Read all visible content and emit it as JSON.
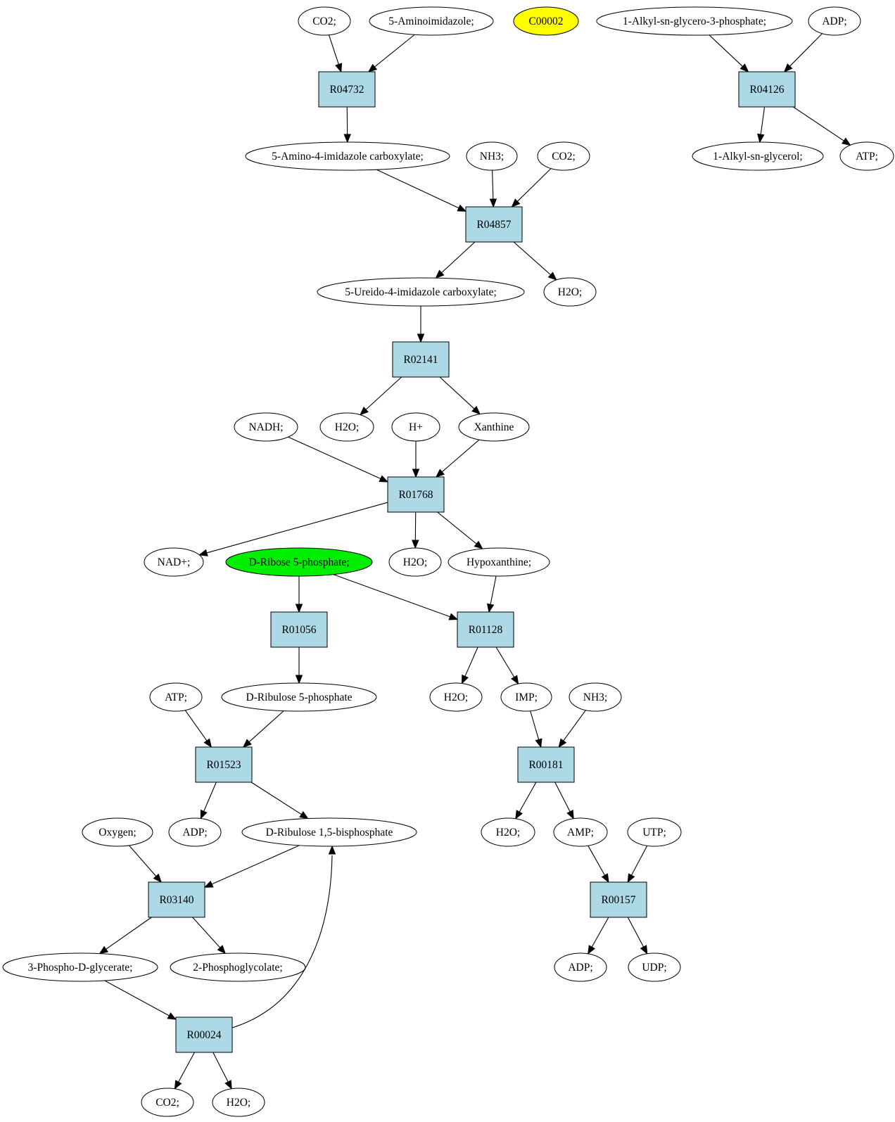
{
  "colors": {
    "reaction_fill": "#add8e6",
    "compound_fill": "#ffffff",
    "query_compound_fill": "#ffff00",
    "highlighted_compound_fill": "#00ee00",
    "stroke": "#000000"
  },
  "nodes": [
    {
      "id": "co2_a",
      "label": "CO2;",
      "kind": "compound"
    },
    {
      "id": "aminoimidazole",
      "label": "5-Aminoimidazole;",
      "kind": "compound"
    },
    {
      "id": "c00002",
      "label": "C00002",
      "kind": "query"
    },
    {
      "id": "alkylglycerophosphate",
      "label": "1-Alkyl-sn-glycero-3-phosphate;",
      "kind": "compound"
    },
    {
      "id": "adp_a",
      "label": "ADP;",
      "kind": "compound"
    },
    {
      "id": "R04732",
      "label": "R04732",
      "kind": "reaction"
    },
    {
      "id": "R04126",
      "label": "R04126",
      "kind": "reaction"
    },
    {
      "id": "aicarbox",
      "label": "5-Amino-4-imidazole carboxylate;",
      "kind": "compound"
    },
    {
      "id": "nh3_a",
      "label": "NH3;",
      "kind": "compound"
    },
    {
      "id": "co2_b",
      "label": "CO2;",
      "kind": "compound"
    },
    {
      "id": "alkylglycerol",
      "label": "1-Alkyl-sn-glycerol;",
      "kind": "compound"
    },
    {
      "id": "atp_a",
      "label": "ATP;",
      "kind": "compound"
    },
    {
      "id": "R04857",
      "label": "R04857",
      "kind": "reaction"
    },
    {
      "id": "ureido",
      "label": "5-Ureido-4-imidazole carboxylate;",
      "kind": "compound"
    },
    {
      "id": "h2o_a",
      "label": "H2O;",
      "kind": "compound"
    },
    {
      "id": "R02141",
      "label": "R02141",
      "kind": "reaction"
    },
    {
      "id": "nadh",
      "label": "NADH;",
      "kind": "compound"
    },
    {
      "id": "h2o_b",
      "label": "H2O;",
      "kind": "compound"
    },
    {
      "id": "hplus",
      "label": "H+",
      "kind": "compound"
    },
    {
      "id": "xanthine",
      "label": "Xanthine",
      "kind": "compound"
    },
    {
      "id": "R01768",
      "label": "R01768",
      "kind": "reaction"
    },
    {
      "id": "nadplus",
      "label": "NAD+;",
      "kind": "compound"
    },
    {
      "id": "ribose5p",
      "label": "D-Ribose 5-phosphate;",
      "kind": "highlight"
    },
    {
      "id": "h2o_c",
      "label": "H2O;",
      "kind": "compound"
    },
    {
      "id": "hypoxanthine",
      "label": "Hypoxanthine;",
      "kind": "compound"
    },
    {
      "id": "R01056",
      "label": "R01056",
      "kind": "reaction"
    },
    {
      "id": "R01128",
      "label": "R01128",
      "kind": "reaction"
    },
    {
      "id": "atp_b",
      "label": "ATP;",
      "kind": "compound"
    },
    {
      "id": "ribulose5p",
      "label": "D-Ribulose 5-phosphate",
      "kind": "compound"
    },
    {
      "id": "h2o_d",
      "label": "H2O;",
      "kind": "compound"
    },
    {
      "id": "imp",
      "label": "IMP;",
      "kind": "compound"
    },
    {
      "id": "nh3_b",
      "label": "NH3;",
      "kind": "compound"
    },
    {
      "id": "R01523",
      "label": "R01523",
      "kind": "reaction"
    },
    {
      "id": "R00181",
      "label": "R00181",
      "kind": "reaction"
    },
    {
      "id": "oxygen",
      "label": "Oxygen;",
      "kind": "compound"
    },
    {
      "id": "adp_b",
      "label": "ADP;",
      "kind": "compound"
    },
    {
      "id": "ribulosebis",
      "label": "D-Ribulose 1,5-bisphosphate",
      "kind": "compound"
    },
    {
      "id": "h2o_e",
      "label": "H2O;",
      "kind": "compound"
    },
    {
      "id": "amp",
      "label": "AMP;",
      "kind": "compound"
    },
    {
      "id": "utp",
      "label": "UTP;",
      "kind": "compound"
    },
    {
      "id": "R03140",
      "label": "R03140",
      "kind": "reaction"
    },
    {
      "id": "R00157",
      "label": "R00157",
      "kind": "reaction"
    },
    {
      "id": "phosphoglycerate",
      "label": "3-Phospho-D-glycerate;",
      "kind": "compound"
    },
    {
      "id": "phosphoglycolate",
      "label": "2-Phosphoglycolate;",
      "kind": "compound"
    },
    {
      "id": "adp_c",
      "label": "ADP;",
      "kind": "compound"
    },
    {
      "id": "udp",
      "label": "UDP;",
      "kind": "compound"
    },
    {
      "id": "R00024",
      "label": "R00024",
      "kind": "reaction"
    },
    {
      "id": "co2_c",
      "label": "CO2;",
      "kind": "compound"
    },
    {
      "id": "h2o_f",
      "label": "H2O;",
      "kind": "compound"
    }
  ],
  "edges": [
    {
      "from": "co2_a",
      "to": "R04732"
    },
    {
      "from": "aminoimidazole",
      "to": "R04732"
    },
    {
      "from": "R04732",
      "to": "aicarbox"
    },
    {
      "from": "alkylglycerophosphate",
      "to": "R04126"
    },
    {
      "from": "adp_a",
      "to": "R04126"
    },
    {
      "from": "R04126",
      "to": "alkylglycerol"
    },
    {
      "from": "R04126",
      "to": "atp_a"
    },
    {
      "from": "aicarbox",
      "to": "R04857"
    },
    {
      "from": "nh3_a",
      "to": "R04857"
    },
    {
      "from": "co2_b",
      "to": "R04857"
    },
    {
      "from": "R04857",
      "to": "ureido"
    },
    {
      "from": "R04857",
      "to": "h2o_a"
    },
    {
      "from": "ureido",
      "to": "R02141"
    },
    {
      "from": "R02141",
      "to": "h2o_b"
    },
    {
      "from": "R02141",
      "to": "xanthine"
    },
    {
      "from": "nadh",
      "to": "R01768"
    },
    {
      "from": "hplus",
      "to": "R01768"
    },
    {
      "from": "xanthine",
      "to": "R01768"
    },
    {
      "from": "R01768",
      "to": "nadplus"
    },
    {
      "from": "R01768",
      "to": "h2o_c"
    },
    {
      "from": "R01768",
      "to": "hypoxanthine"
    },
    {
      "from": "ribose5p",
      "to": "R01056"
    },
    {
      "from": "ribose5p",
      "to": "R01128"
    },
    {
      "from": "hypoxanthine",
      "to": "R01128"
    },
    {
      "from": "R01056",
      "to": "ribulose5p"
    },
    {
      "from": "R01128",
      "to": "h2o_d"
    },
    {
      "from": "R01128",
      "to": "imp"
    },
    {
      "from": "atp_b",
      "to": "R01523"
    },
    {
      "from": "ribulose5p",
      "to": "R01523"
    },
    {
      "from": "imp",
      "to": "R00181"
    },
    {
      "from": "nh3_b",
      "to": "R00181"
    },
    {
      "from": "R01523",
      "to": "adp_b"
    },
    {
      "from": "R01523",
      "to": "ribulosebis"
    },
    {
      "from": "R00181",
      "to": "h2o_e"
    },
    {
      "from": "R00181",
      "to": "amp"
    },
    {
      "from": "oxygen",
      "to": "R03140"
    },
    {
      "from": "ribulosebis",
      "to": "R03140"
    },
    {
      "from": "amp",
      "to": "R00157"
    },
    {
      "from": "utp",
      "to": "R00157"
    },
    {
      "from": "R03140",
      "to": "phosphoglycerate"
    },
    {
      "from": "R03140",
      "to": "phosphoglycolate"
    },
    {
      "from": "R00157",
      "to": "adp_c"
    },
    {
      "from": "R00157",
      "to": "udp"
    },
    {
      "from": "phosphoglycerate",
      "to": "R00024"
    },
    {
      "from": "R00024",
      "to": "co2_c"
    },
    {
      "from": "R00024",
      "to": "h2o_f"
    },
    {
      "from": "R00024",
      "to": "ribulosebis"
    }
  ]
}
